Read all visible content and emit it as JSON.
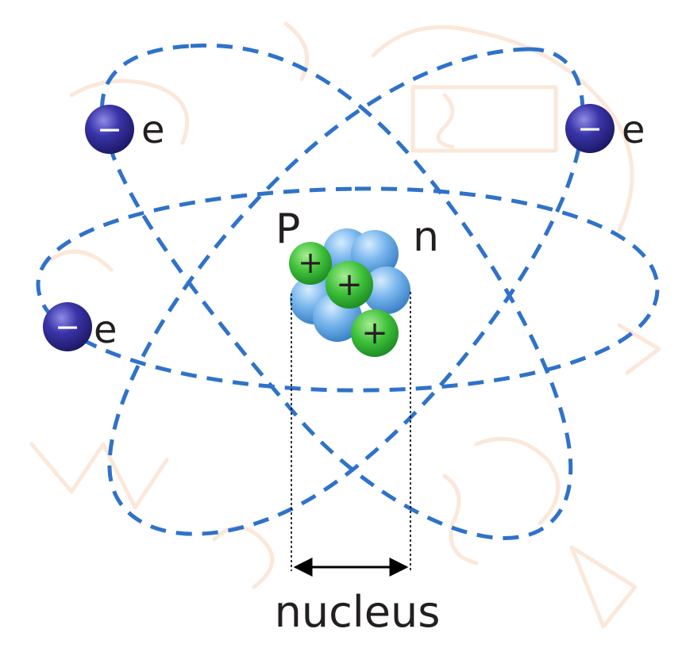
{
  "labels": {
    "electron_1": "e",
    "electron_2": "e",
    "electron_3": "e",
    "proton": "P",
    "neutron": "n",
    "nucleus": "nucleus"
  },
  "symbols": {
    "electron_charge": "−",
    "proton_charge": "+"
  },
  "colors": {
    "orbit": "#2f72c9",
    "electron": "#2e2a8c",
    "proton": "#3cb83a",
    "neutron": "#6fb2ea",
    "background_watermark": "#fbe6d6"
  }
}
